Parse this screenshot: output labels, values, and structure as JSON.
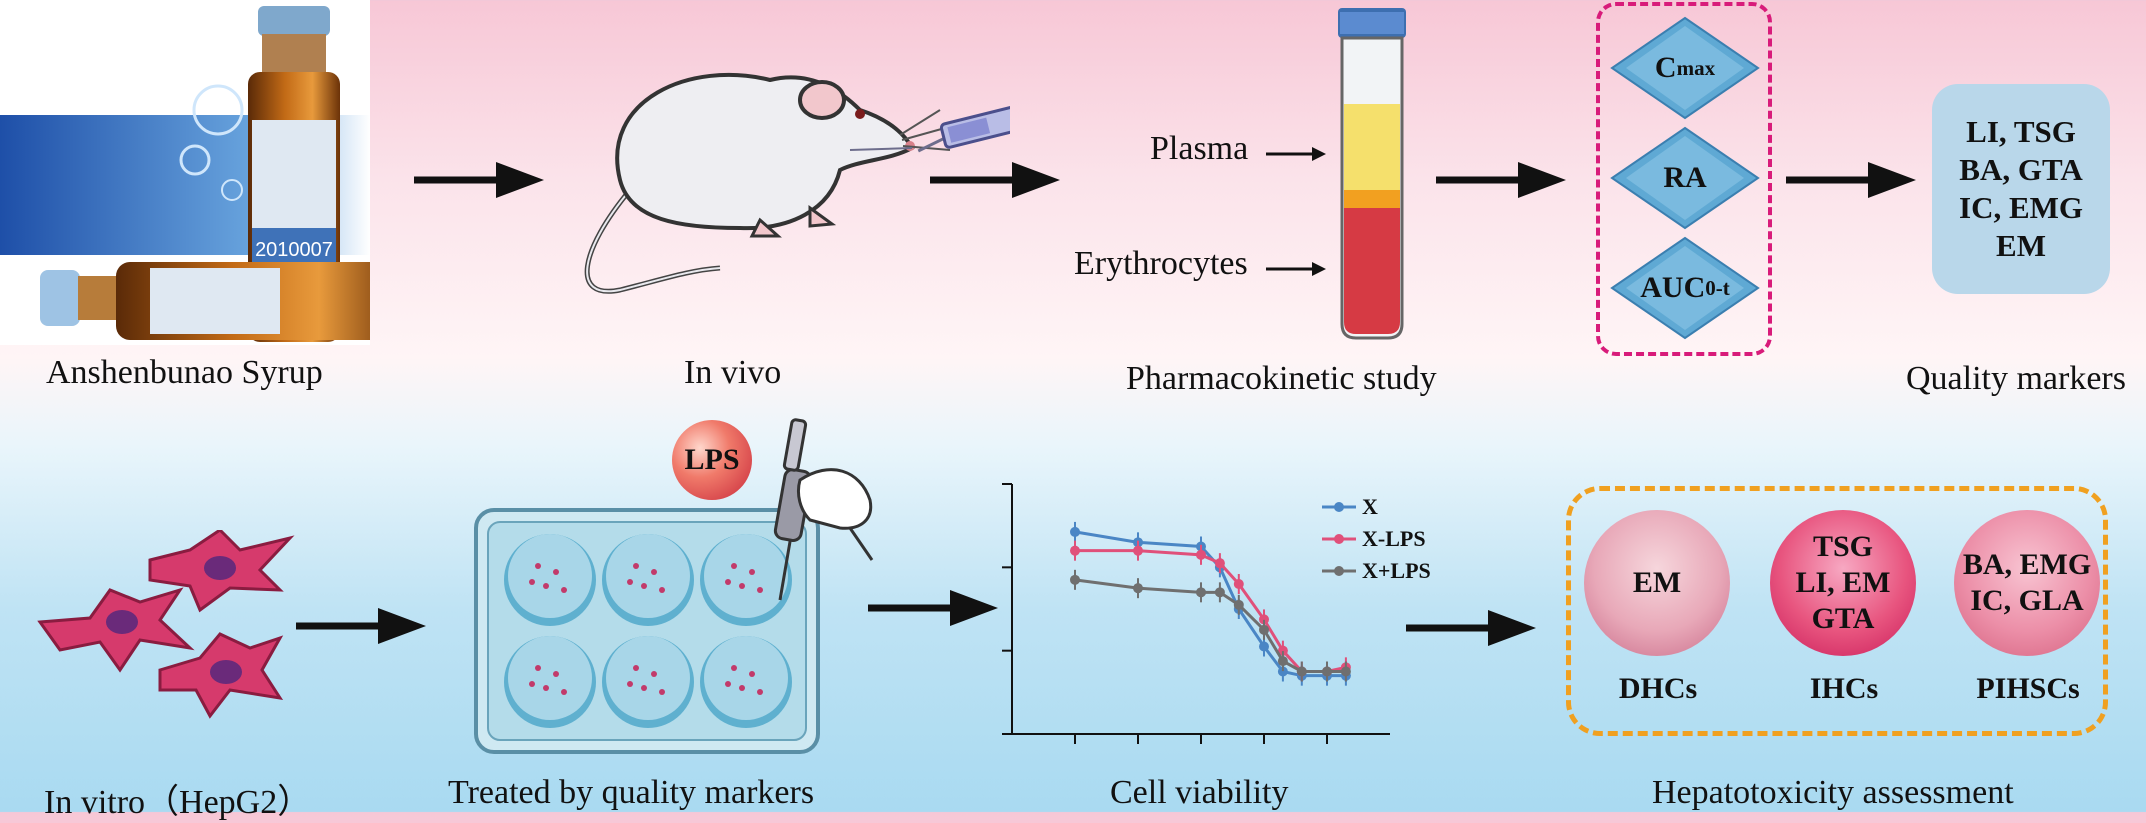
{
  "top_row": {
    "syrup": {
      "label": "Anshenbunao Syrup",
      "bottle_code": "2010007"
    },
    "in_vivo": {
      "label": "In vivo"
    },
    "pk": {
      "label": "Pharmacokinetic study",
      "plasma": "Plasma",
      "erythrocytes": "Erythrocytes"
    },
    "params": [
      {
        "main": "C",
        "sub": "max"
      },
      {
        "main": "RA",
        "sub": ""
      },
      {
        "main": "AUC",
        "sub": "0-t"
      }
    ],
    "quality_markers": {
      "lines": [
        "LI,  TSG",
        "BA, GTA",
        "IC, EMG",
        "EM"
      ],
      "label": "Quality markers"
    }
  },
  "bottom_row": {
    "in_vitro": {
      "label": "In vitro（HepG2）"
    },
    "treated": {
      "label": "Treated by quality markers",
      "lps": "LPS"
    },
    "viability": {
      "label": "Cell viability"
    },
    "hepatotox": {
      "label": "Hepatotoxicity assessment",
      "groups": [
        {
          "name": "DHCs",
          "lines": [
            "EM"
          ]
        },
        {
          "name": "IHCs",
          "lines": [
            "TSG",
            "LI, EM",
            "GTA"
          ]
        },
        {
          "name": "PIHSCs",
          "lines": [
            "BA, EMG",
            "IC, GLA"
          ]
        }
      ]
    }
  },
  "chart_data": {
    "type": "line",
    "title": "",
    "xlabel": "",
    "ylabel": "",
    "x": [
      1,
      2,
      3,
      3.3,
      3.6,
      4,
      4.3,
      4.6,
      5,
      5.3
    ],
    "series": [
      {
        "name": "X",
        "color": "#4a86c5",
        "values": [
          0.97,
          0.92,
          0.9,
          0.8,
          0.6,
          0.42,
          0.3,
          0.28,
          0.28,
          0.28
        ]
      },
      {
        "name": "X-LPS",
        "color": "#e0507a",
        "values": [
          0.88,
          0.88,
          0.86,
          0.82,
          0.72,
          0.55,
          0.4,
          0.3,
          0.3,
          0.32
        ]
      },
      {
        "name": "X+LPS",
        "color": "#6f6f6f",
        "values": [
          0.74,
          0.7,
          0.68,
          0.68,
          0.62,
          0.5,
          0.35,
          0.3,
          0.3,
          0.3
        ]
      }
    ],
    "ylim": [
      0,
      1.2
    ],
    "xlim": [
      0,
      6
    ],
    "grid": false,
    "legend": "top-right"
  },
  "colors": {
    "arrow": "#111111",
    "param_border": "#d81b7a",
    "hepatotox_border": "#f0a020",
    "diamond": "#5fa9d4"
  }
}
